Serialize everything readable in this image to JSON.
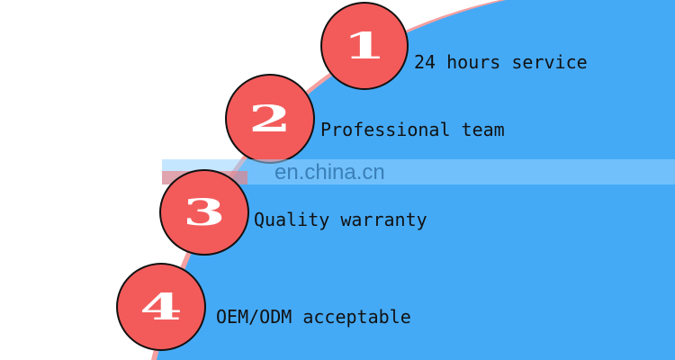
{
  "colors": {
    "background": "#ffffff",
    "panel": "#45aaf6",
    "badge": "#f35b5b",
    "text": "#111111"
  },
  "items": [
    {
      "number": "1",
      "label": "24 hours service"
    },
    {
      "number": "2",
      "label": "Professional team"
    },
    {
      "number": "3",
      "label": "Quality warranty"
    },
    {
      "number": "4",
      "label": "OEM/ODM acceptable"
    }
  ],
  "watermark": "en.china.cn"
}
